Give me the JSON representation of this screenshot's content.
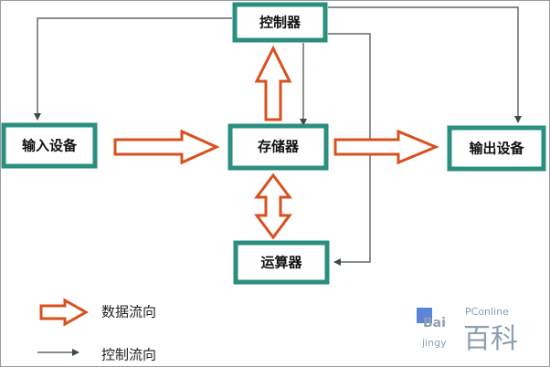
{
  "nodes": {
    "controller": "控制器",
    "input": "输入设备",
    "memory": "存储器",
    "output": "输出设备",
    "alu": "运算器"
  },
  "legend": {
    "data_flow": "数据流向",
    "control_flow": "控制流向"
  },
  "watermark": {
    "site": "PConline",
    "brand": "Bai",
    "brand2": "百科",
    "sub": "jingy"
  },
  "colors": {
    "box_border": "#2a8f7e",
    "data_arrow": "#d9501e",
    "control_line": "#3f4a4a"
  }
}
